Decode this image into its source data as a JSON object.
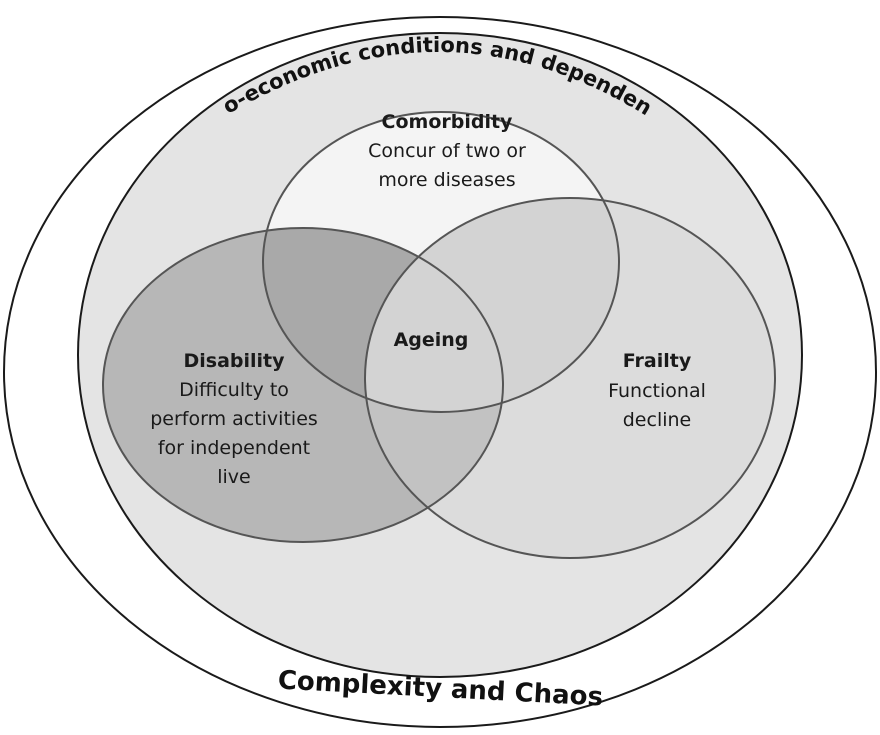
{
  "outer": {
    "label": "Complexity and Chaos"
  },
  "inner": {
    "label": "Socio-economic conditions and dependencies"
  },
  "sets": {
    "comorbidity": {
      "title": "Comorbidity",
      "lines": [
        "Concur of two or",
        "more diseases"
      ]
    },
    "disability": {
      "title": "Disability",
      "lines": [
        "Difficulty to",
        "perform activities",
        "for independent",
        "live"
      ]
    },
    "frailty": {
      "title": "Frailty",
      "lines": [
        "Functional",
        "decline"
      ]
    },
    "center": {
      "title": "Ageing"
    }
  },
  "colors": {
    "outer_fill": "#ffffff",
    "inner_fill": "#e4e4e4",
    "comorbidity_fill": "#f4f4f4",
    "disability_fill": "#b7b7b7",
    "frailty_fill": "#dcdcdc",
    "stroke": "#555555"
  }
}
